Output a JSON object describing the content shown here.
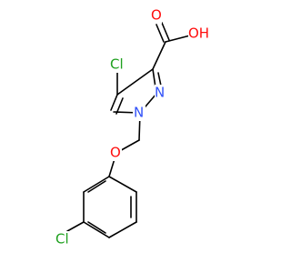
{
  "molecule": {
    "atoms": {
      "cl_pyrazole": "Cl",
      "o_carbonyl": "O",
      "oh": "OH",
      "n2": "N",
      "n1": "N",
      "o_ether": "O",
      "cl_phenyl": "Cl"
    },
    "colors": {
      "cl": "#1FA01F",
      "o": "#FF0D0D",
      "n": "#3050F8",
      "bond": "#000000"
    }
  }
}
